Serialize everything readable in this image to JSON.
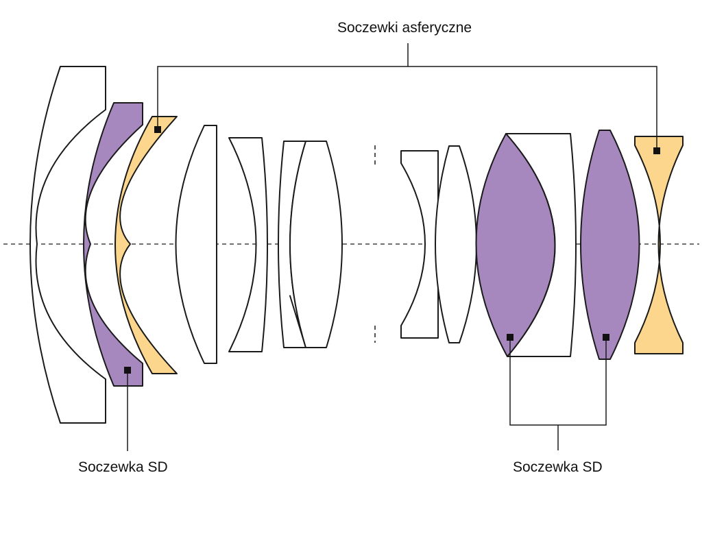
{
  "labels": {
    "aspherical": "Soczewki asferyczne",
    "sd_left": "Soczewka SD",
    "sd_right": "Soczewka SD"
  },
  "colors": {
    "sd_lens": "#A788BE",
    "aspherical_lens": "#FCD68C",
    "plain_lens": "#FFFFFF",
    "outline": "#1A1A1A"
  }
}
